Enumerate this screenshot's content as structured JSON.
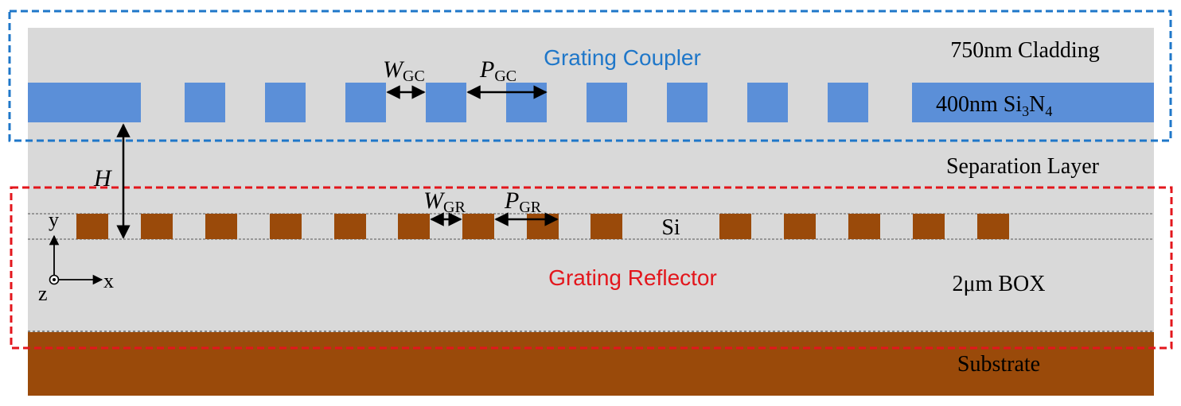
{
  "diagram": {
    "colors": {
      "background_layer": "#d9d9d9",
      "sin_layer": "#5b8fd8",
      "si_layer": "#9a4a0a",
      "substrate": "#9a4a0a",
      "coupler_box": "#1f77c9",
      "reflector_box": "#e3161c",
      "coupler_text": "#1f77c9",
      "reflector_text": "#e3161c",
      "dotted_line": "#555555",
      "ink": "#000000"
    },
    "labels": {
      "cladding": "750nm Cladding",
      "grating_coupler": "Grating Coupler",
      "sin_prefix": "400nm Si",
      "sin_sub1": "3",
      "sin_mid": "N",
      "sin_sub2": "4",
      "separation": "Separation Layer",
      "grating_reflector": "Grating Reflector",
      "box": "2μm BOX",
      "substrate": "Substrate",
      "si": "Si"
    },
    "dimensions": {
      "w_gc_main": "W",
      "w_gc_sub": "GC",
      "p_gc_main": "P",
      "p_gc_sub": "GC",
      "w_gr_main": "W",
      "w_gr_sub": "GR",
      "p_gr_main": "P",
      "p_gr_sub": "GR",
      "h": "H"
    },
    "axes": {
      "y": "y",
      "x": "x",
      "z": "z"
    }
  }
}
